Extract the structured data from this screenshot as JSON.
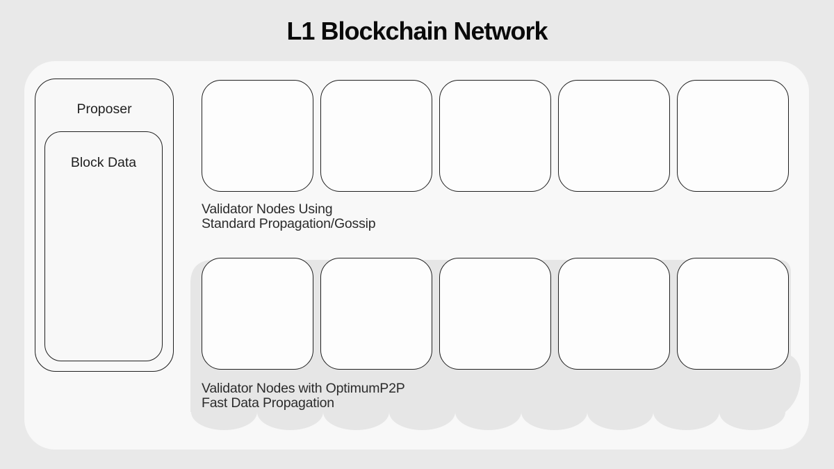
{
  "title": "L1 Blockchain Network",
  "colors": {
    "page_bg": "#e9e9e9",
    "panel_bg": "#f8f8f8",
    "highlight_bg": "#e6e6e6",
    "node_bg": "#fdfdfd",
    "stroke": "#1f1f1f",
    "text": "#262626"
  },
  "proposer": {
    "label": "Proposer",
    "block_data_label": "Block Data"
  },
  "groups": [
    {
      "id": "standard-gossip",
      "node_count": 5,
      "label_line1": "Validator Nodes Using",
      "label_line2": "Standard Propagation/Gossip",
      "highlighted": false
    },
    {
      "id": "optimum-p2p",
      "node_count": 5,
      "label_line1": "Validator Nodes with OptimumP2P",
      "label_line2": "Fast Data Propagation",
      "highlighted": true
    }
  ]
}
